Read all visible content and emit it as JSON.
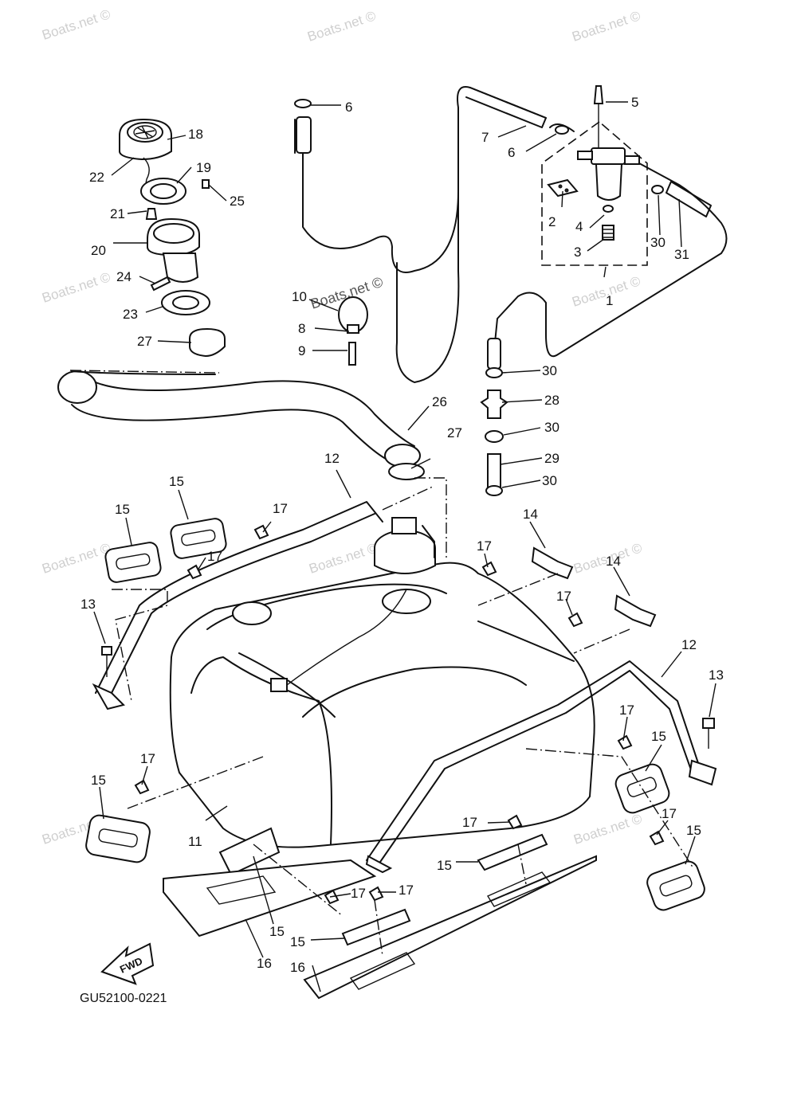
{
  "watermark": "Boats.net ©",
  "diagram_code": "GU52100-0221",
  "fwd_label": "FWD",
  "callouts": [
    {
      "id": "c1",
      "label": "1"
    },
    {
      "id": "c2",
      "label": "2"
    },
    {
      "id": "c3",
      "label": "3"
    },
    {
      "id": "c4",
      "label": "4"
    },
    {
      "id": "c5",
      "label": "5"
    },
    {
      "id": "c6a",
      "label": "6"
    },
    {
      "id": "c6b",
      "label": "6"
    },
    {
      "id": "c7",
      "label": "7"
    },
    {
      "id": "c8",
      "label": "8"
    },
    {
      "id": "c9",
      "label": "9"
    },
    {
      "id": "c10",
      "label": "10"
    },
    {
      "id": "c11",
      "label": "11"
    },
    {
      "id": "c12a",
      "label": "12"
    },
    {
      "id": "c12b",
      "label": "12"
    },
    {
      "id": "c13a",
      "label": "13"
    },
    {
      "id": "c13b",
      "label": "13"
    },
    {
      "id": "c14a",
      "label": "14"
    },
    {
      "id": "c14b",
      "label": "14"
    },
    {
      "id": "c15a",
      "label": "15"
    },
    {
      "id": "c15b",
      "label": "15"
    },
    {
      "id": "c15c",
      "label": "15"
    },
    {
      "id": "c15d",
      "label": "15"
    },
    {
      "id": "c15e",
      "label": "15"
    },
    {
      "id": "c15f",
      "label": "15"
    },
    {
      "id": "c15g",
      "label": "15"
    },
    {
      "id": "c15h",
      "label": "15"
    },
    {
      "id": "c16a",
      "label": "16"
    },
    {
      "id": "c16b",
      "label": "16"
    },
    {
      "id": "c17a",
      "label": "17"
    },
    {
      "id": "c17b",
      "label": "17"
    },
    {
      "id": "c17c",
      "label": "17"
    },
    {
      "id": "c17d",
      "label": "17"
    },
    {
      "id": "c17e",
      "label": "17"
    },
    {
      "id": "c17f",
      "label": "17"
    },
    {
      "id": "c17g",
      "label": "17"
    },
    {
      "id": "c17h",
      "label": "17"
    },
    {
      "id": "c17i",
      "label": "17"
    },
    {
      "id": "c17j",
      "label": "17"
    },
    {
      "id": "c18",
      "label": "18"
    },
    {
      "id": "c19",
      "label": "19"
    },
    {
      "id": "c20",
      "label": "20"
    },
    {
      "id": "c21",
      "label": "21"
    },
    {
      "id": "c22",
      "label": "22"
    },
    {
      "id": "c23",
      "label": "23"
    },
    {
      "id": "c24",
      "label": "24"
    },
    {
      "id": "c25",
      "label": "25"
    },
    {
      "id": "c26",
      "label": "26"
    },
    {
      "id": "c27a",
      "label": "27"
    },
    {
      "id": "c27b",
      "label": "27"
    },
    {
      "id": "c28",
      "label": "28"
    },
    {
      "id": "c29",
      "label": "29"
    },
    {
      "id": "c30a",
      "label": "30"
    },
    {
      "id": "c30b",
      "label": "30"
    },
    {
      "id": "c30c",
      "label": "30"
    },
    {
      "id": "c30d",
      "label": "30"
    },
    {
      "id": "c31",
      "label": "31"
    }
  ]
}
